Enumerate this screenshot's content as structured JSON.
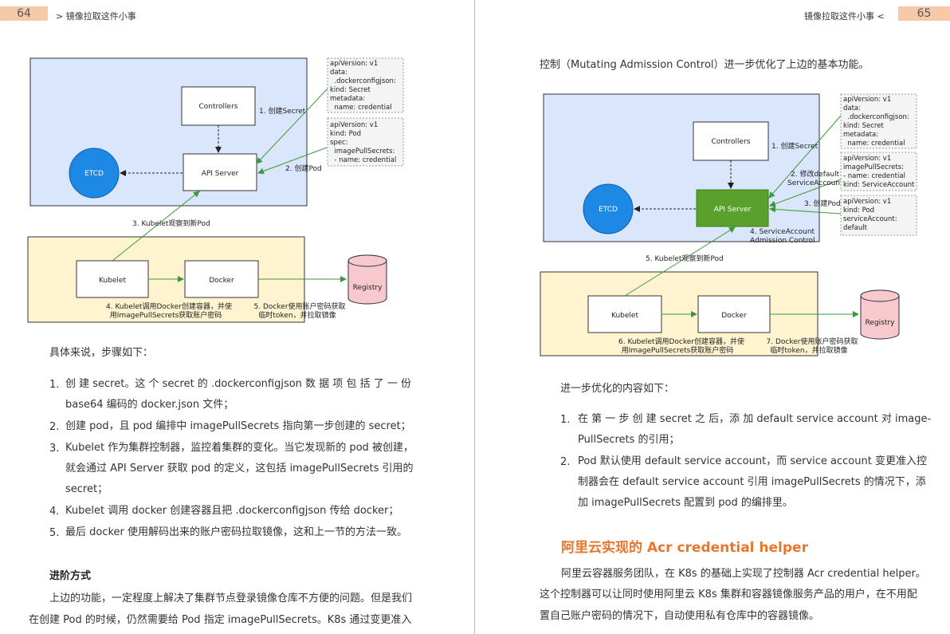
{
  "left": {
    "page_number": "64",
    "running_head": ">  镜像拉取这件小事",
    "diagram": {
      "controllers": "Controllers",
      "api_server": "API Server",
      "etcd": "ETCD",
      "kubelet": "Kubelet",
      "docker": "Docker",
      "registry": "Registry",
      "step1": "1. 创建Secret",
      "step2": "2. 创建Pod",
      "step3": "3. Kubelet观察到新Pod",
      "step4_l1": "4. Kubelet调用Docker创建容器，并使",
      "step4_l2": "用ImagePullSecrets获取账户密码",
      "step5_l1": "5. Docker使用账户密码获取",
      "step5_l2": "临时token，并拉取镜像",
      "note1": [
        "apiVersion: v1",
        "data:",
        "  .dockerconfigjson:",
        "kind: Secret",
        "metadata:",
        "  name: credential"
      ],
      "note2": [
        "apiVersion: v1",
        "kind: Pod",
        "spec:",
        "  imagePullSecrets:",
        "  - name: credential"
      ]
    },
    "intro": "具体来说，步骤如下：",
    "steps": [
      {
        "num": "1.",
        "lines": [
          "创 建 secret。这 个 secret  的 .dockerconfigjson  数 据 项 包 括 了 一 份",
          "base64 编码的 docker.json 文件；"
        ]
      },
      {
        "num": "2.",
        "lines": [
          "创建 pod，且 pod 编排中 imagePullSecrets 指向第一步创建的 secret；"
        ]
      },
      {
        "num": "3.",
        "lines": [
          "Kubelet 作为集群控制器，监控着集群的变化。当它发现新的 pod 被创建，",
          "就会通过 API Server 获取 pod 的定义，这包括 imagePullSecrets 引用的",
          "secret；"
        ]
      },
      {
        "num": "4.",
        "lines": [
          "Kubelet 调用 docker 创建容器且把 .dockerconfigjson 传给 docker；"
        ]
      },
      {
        "num": "5.",
        "lines": [
          "最后 docker 使用解码出来的账户密码拉取镜像，这和上一节的方法一致。"
        ]
      }
    ],
    "section_title": "进阶方式",
    "para": [
      "上边的功能，一定程度上解决了集群节点登录镜像仓库不方便的问题。但是我们",
      "在创建 Pod 的时候，仍然需要给 Pod 指定 imagePullSecrets。K8s 通过变更准入"
    ]
  },
  "right": {
    "page_number": "65",
    "running_head": "镜像拉取这件小事  <",
    "top_line": "控制（Mutating Admission Control）进一步优化了上边的基本功能。",
    "diagram": {
      "controllers": "Controllers",
      "api_server": "API Server",
      "etcd": "ETCD",
      "kubelet": "Kubelet",
      "docker": "Docker",
      "registry": "Registry",
      "step1": "1. 创建Secret",
      "step2_l1": "2. 修改default",
      "step2_l2": "ServiceAccount",
      "step3": "3. 创建Pod",
      "step4_l1": "4. ServiceAccount",
      "step4_l2": "Admission Control",
      "step5": "5. Kubelet观察到新Pod",
      "step6_l1": "6. Kubelet调用Docker创建容器，并使",
      "step6_l2": "用ImagePullSecrets获取账户密码",
      "step7_l1": "7. Docker使用账户密码获取",
      "step7_l2": "临时token，并拉取镜像",
      "note1": [
        "apiVersion: v1",
        "data:",
        "  .dockerconfigjson:",
        "kind: Secret",
        "metadata:",
        "  name: credential"
      ],
      "note2": [
        "apiVersion: v1",
        "imagePullSecrets:",
        "- name: credential",
        "kind: ServiceAccount"
      ],
      "note3": [
        "apiVersion: v1",
        "kind: Pod",
        "serviceAccount:",
        "default"
      ]
    },
    "intro": "进一步优化的内容如下：",
    "steps": [
      {
        "num": "1.",
        "lines": [
          "在 第 一 步 创 建 secret 之 后，添 加 default service account 对 image-",
          "PullSecrets 的引用；"
        ]
      },
      {
        "num": "2.",
        "lines": [
          "Pod 默认使用 default service account，而 service account 变更准入控",
          "制器会在 default service account 引用 imagePullSecrets 的情况下，添",
          "加 imagePullSecrets 配置到 pod 的编排里。"
        ]
      }
    ],
    "section_title": "阿里云实现的 Acr credential helper",
    "para": [
      "阿里云容器服务团队，在 K8s 的基础上实现了控制器 Acr credential helper。",
      "这个控制器可以让同时使用阿里云 K8s 集群和容器镜像服务产品的用户，在不用配",
      "置自己账户密码的情况下，自动使用私有仓库中的容器镜像。"
    ]
  }
}
